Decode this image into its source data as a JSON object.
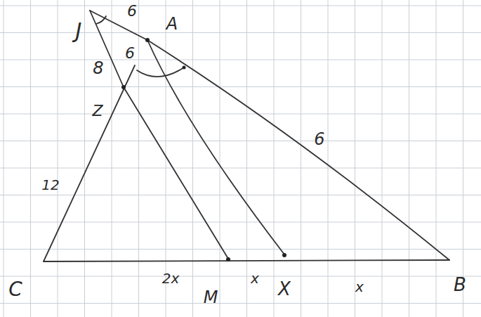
{
  "diagram": {
    "labels": [
      "J",
      "6",
      "A",
      "8",
      "6",
      "Z",
      "12",
      "6",
      "C",
      "2x",
      "M",
      "x",
      "X",
      "x",
      "B"
    ]
  }
}
